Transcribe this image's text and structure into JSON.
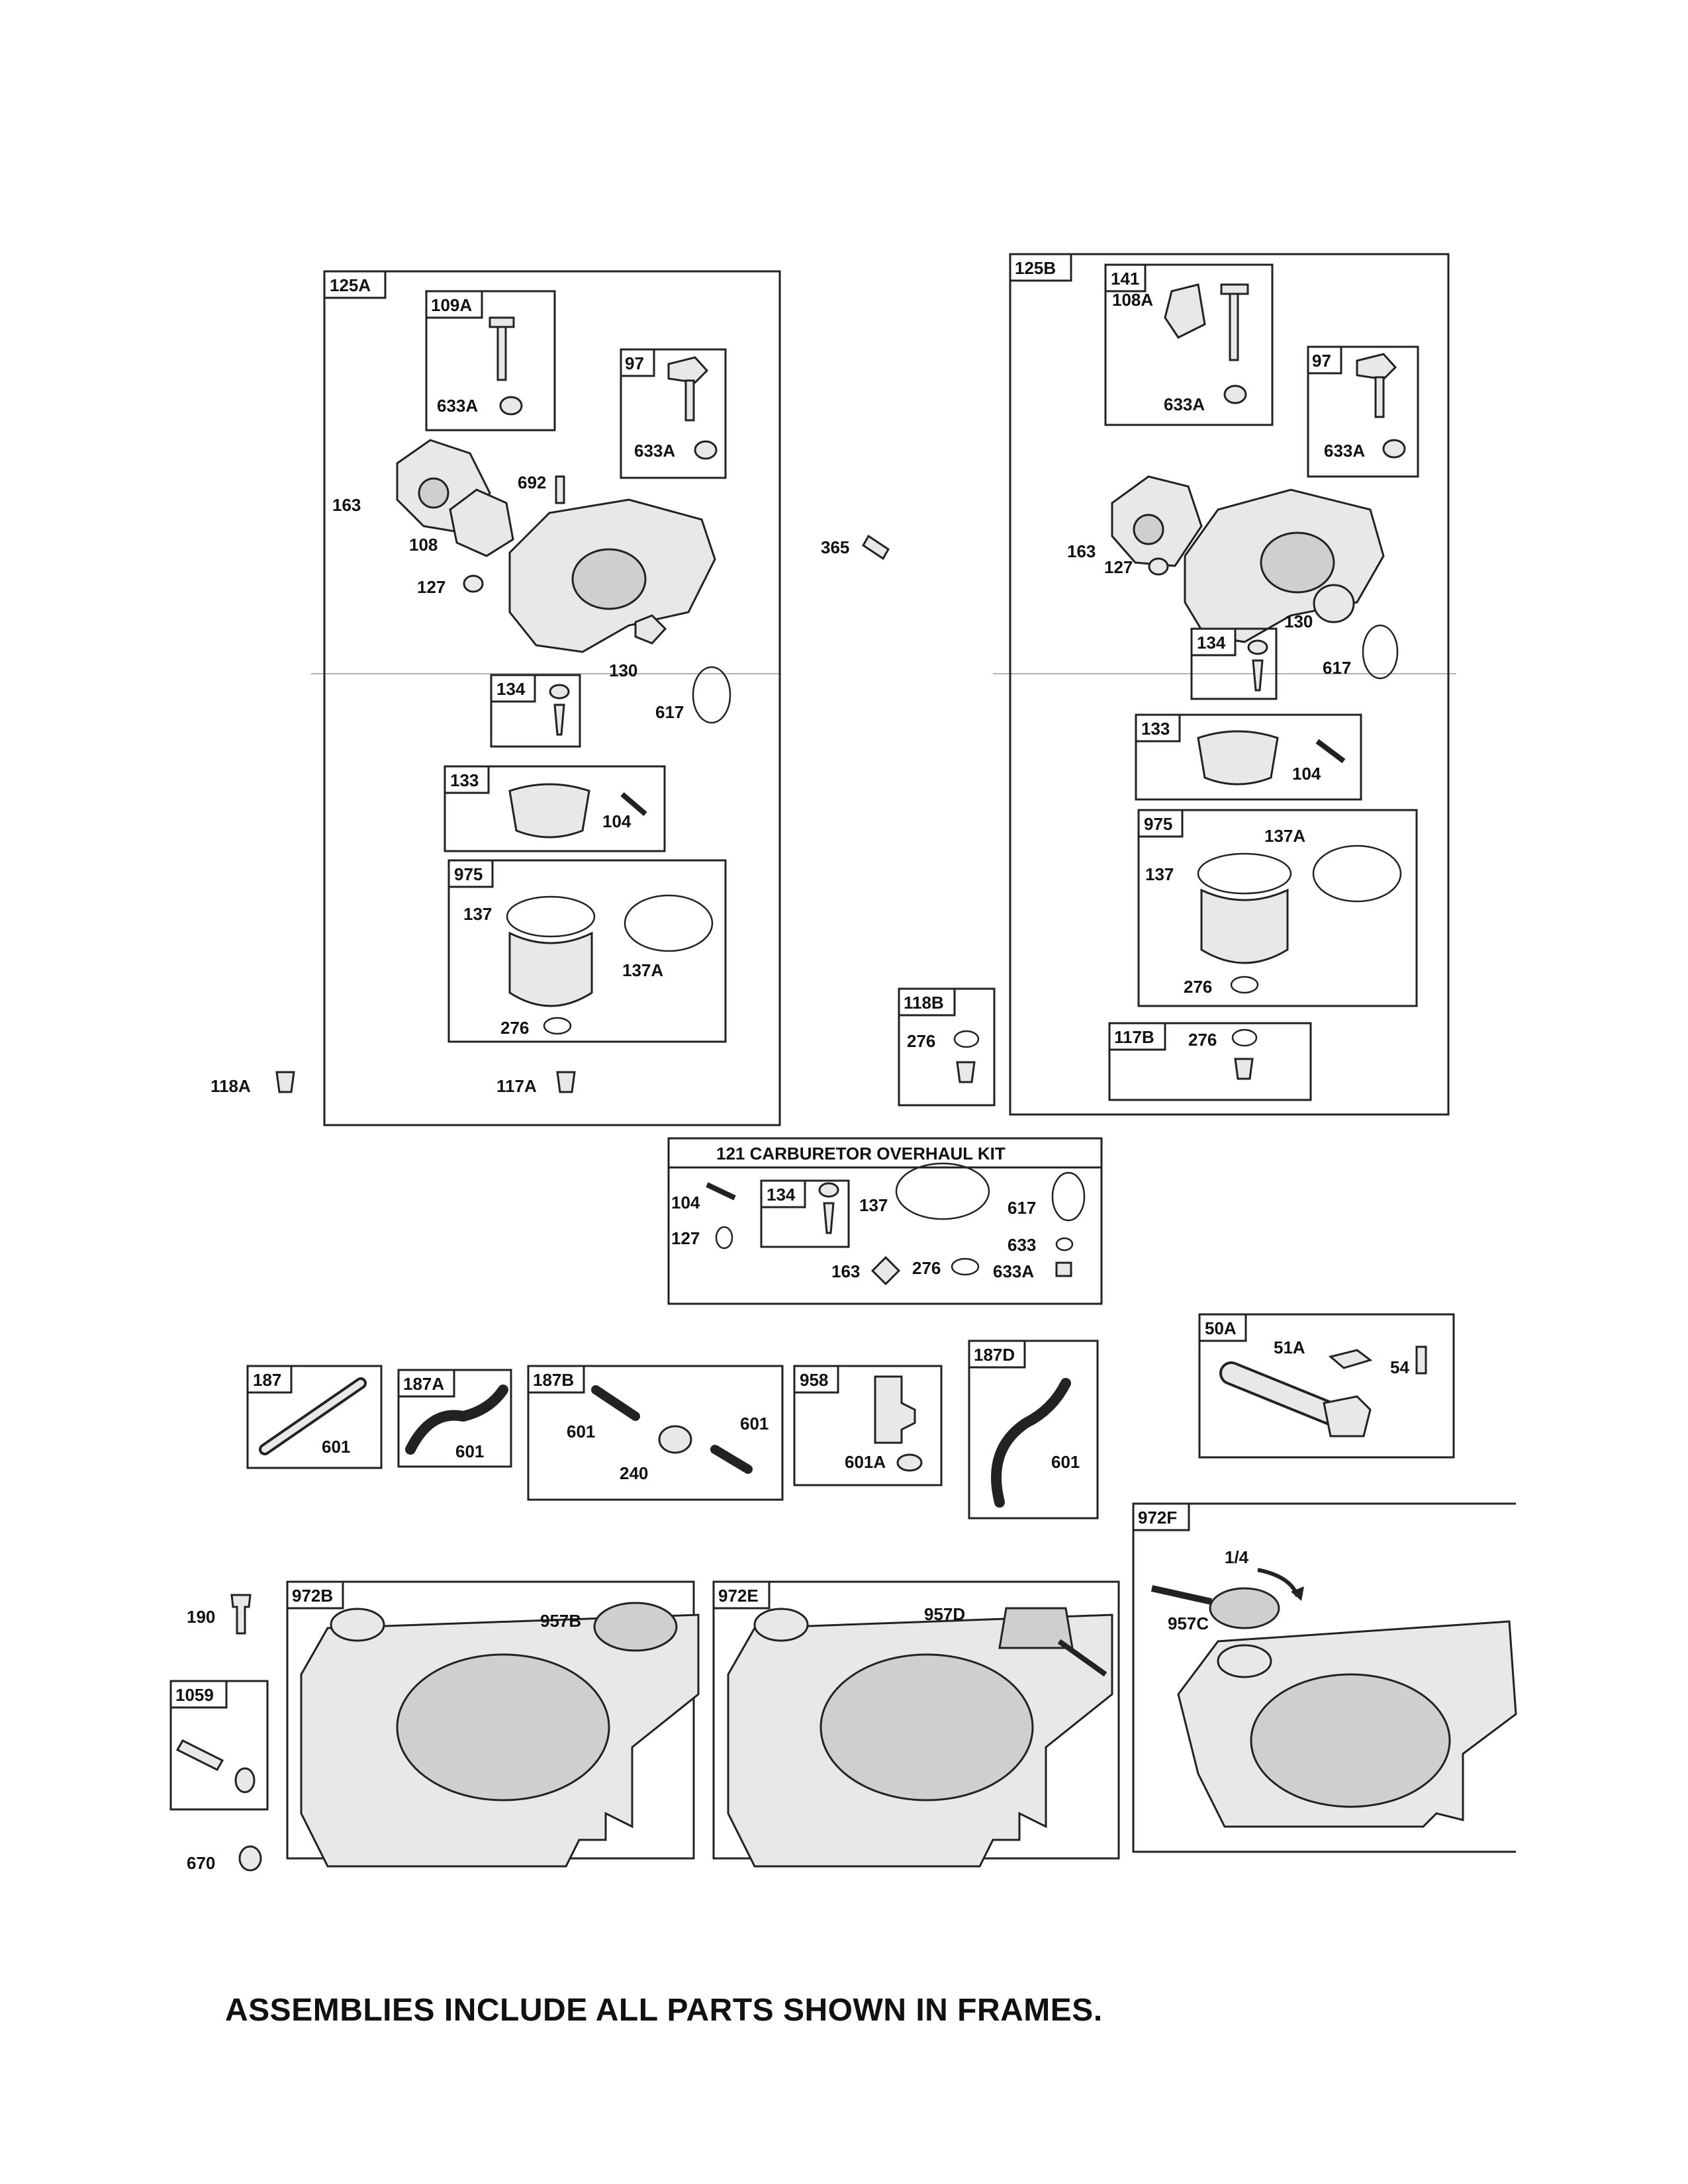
{
  "footer_note": "ASSEMBLIES INCLUDE ALL PARTS SHOWN IN FRAMES.",
  "frames": {
    "f125A": "125A",
    "f109A": "109A",
    "f97a": "97",
    "f134a": "134",
    "f133a": "133",
    "f975a": "975",
    "f125B": "125B",
    "f141": "141",
    "f97b": "97",
    "f134b": "134",
    "f133b": "133",
    "f975b": "975",
    "f118B": "118B",
    "f117B": "117B",
    "f121": "121 CARBURETOR OVERHAUL KIT",
    "f134c": "134",
    "f187": "187",
    "f187A": "187A",
    "f187B": "187B",
    "f958": "958",
    "f187D": "187D",
    "f50A": "50A",
    "f1059": "1059",
    "f972B": "972B",
    "f972E": "972E",
    "f972F": "972F"
  },
  "labels": {
    "a633A_1": "633A",
    "a633A_2": "633A",
    "a692": "692",
    "a163": "163",
    "a108": "108",
    "a127": "127",
    "a130": "130",
    "a617": "617",
    "a104": "104",
    "a137": "137",
    "a137A": "137A",
    "a276": "276",
    "a118A": "118A",
    "a117A": "117A",
    "a365": "365",
    "b108A": "108A",
    "b633A_1": "633A",
    "b633A_2": "633A",
    "b163": "163",
    "b127": "127",
    "b130": "130",
    "b617": "617",
    "b104": "104",
    "b137": "137",
    "b137A": "137A",
    "b276": "276",
    "c276_118B": "276",
    "c276_117B": "276",
    "k104": "104",
    "k127": "127",
    "k137": "137",
    "k617": "617",
    "k633": "633",
    "k163": "163",
    "k276": "276",
    "k633A": "633A",
    "h601_187": "601",
    "h601_187A": "601",
    "h601_187B_1": "601",
    "h240": "240",
    "h601_187B_2": "601",
    "h601A": "601A",
    "h601_187D": "601",
    "p51A": "51A",
    "p54": "54",
    "t190": "190",
    "t670": "670",
    "t957B": "957B",
    "t957D": "957D",
    "t1_4": "1/4",
    "t957C": "957C"
  }
}
